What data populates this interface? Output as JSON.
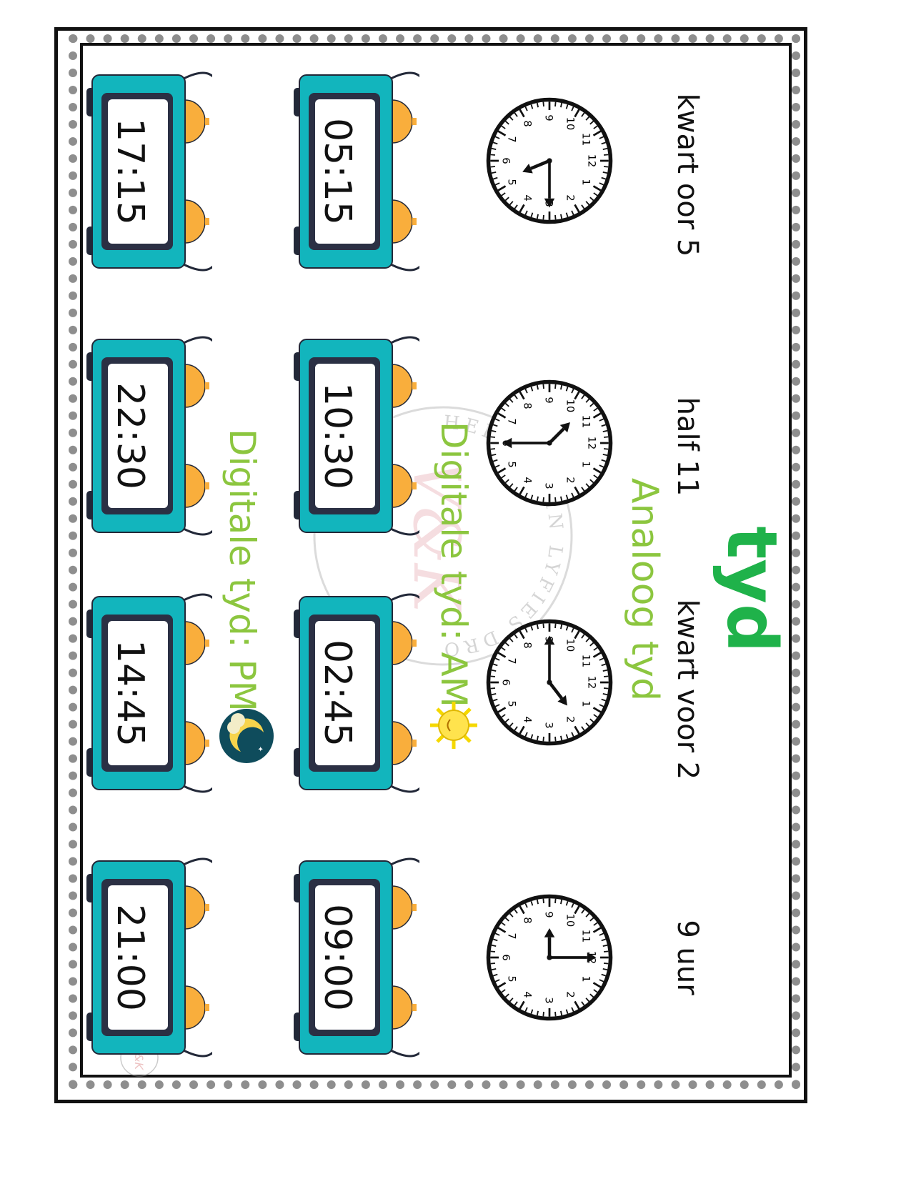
{
  "title": "tyd",
  "analog": {
    "heading": "Analoog tyd",
    "clocks": [
      {
        "label": "kwart oor 5",
        "hour": 5,
        "minute": 15
      },
      {
        "label": "half 11",
        "hour": 10,
        "minute": 30
      },
      {
        "label": "kwart voor 2",
        "hour": 1,
        "minute": 45
      },
      {
        "label": "9 uur",
        "hour": 9,
        "minute": 0
      }
    ]
  },
  "digital_am": {
    "heading": "Digitale tyd: AM",
    "icon": "sun-icon",
    "times": [
      "05:15",
      "10:30",
      "02:45",
      "09:00"
    ]
  },
  "digital_pm": {
    "heading": "Digitale tyd: PM",
    "icon": "moon-icon",
    "times": [
      "17:15",
      "22:30",
      "14:45",
      "21:00"
    ]
  },
  "watermark": {
    "ring_text": "HELP KLEIN LYFIES DROOM",
    "monogram": "V&K"
  },
  "colors": {
    "title": "#1fb24a",
    "heading": "#8cc63f",
    "alarm_body": "#12b5bd",
    "alarm_bell": "#f9ae3c",
    "alarm_screen": "#2b3044"
  }
}
